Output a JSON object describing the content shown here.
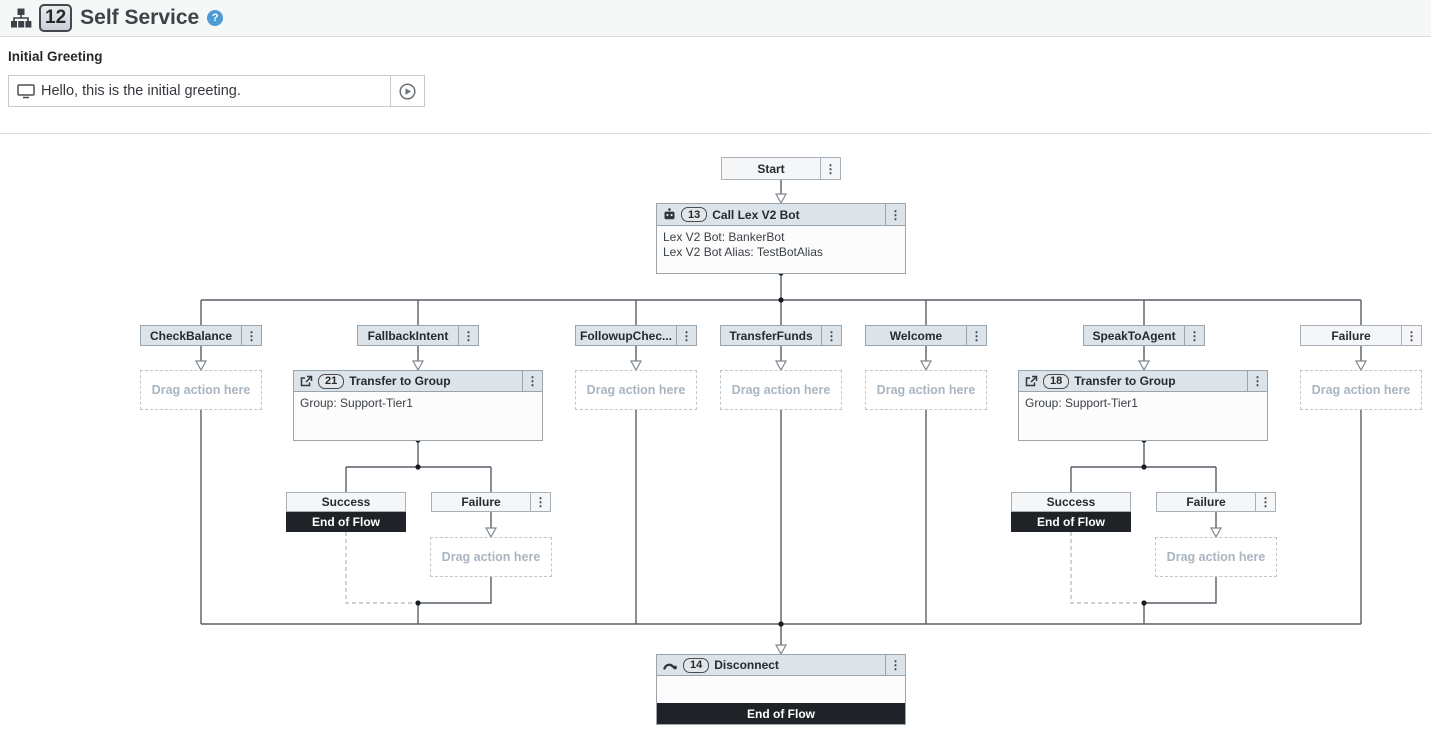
{
  "titlebar": {
    "flow_id": "12",
    "title": "Self Service"
  },
  "greeting": {
    "label": "Initial Greeting",
    "value": "Hello, this is the initial greeting."
  },
  "flow": {
    "start_label": "Start",
    "drag_label": "Drag action here",
    "end_of_flow_label": "End of Flow",
    "success_label": "Success",
    "failure_label": "Failure",
    "branches": [
      "CheckBalance",
      "FallbackIntent",
      "FollowupChec...",
      "TransferFunds",
      "Welcome",
      "SpeakToAgent",
      "Failure"
    ],
    "lex": {
      "id": "13",
      "title": "Call Lex V2 Bot",
      "lines": [
        "Lex V2 Bot: BankerBot",
        "Lex V2 Bot Alias: TestBotAlias"
      ]
    },
    "transfer_left": {
      "id": "21",
      "title": "Transfer to Group",
      "body": "Group: Support-Tier1"
    },
    "transfer_right": {
      "id": "18",
      "title": "Transfer to Group",
      "body": "Group: Support-Tier1"
    },
    "disconnect": {
      "id": "14",
      "title": "Disconnect"
    }
  },
  "icons": {
    "kebab": "⋮",
    "help": "?"
  },
  "colors": {
    "node_header_bg": "#dce3e9",
    "end_of_flow_bg": "#1f2327",
    "help_blue": "#4e9ad3",
    "connector": "#565f66",
    "dashed_connector": "#b6c3cd"
  }
}
